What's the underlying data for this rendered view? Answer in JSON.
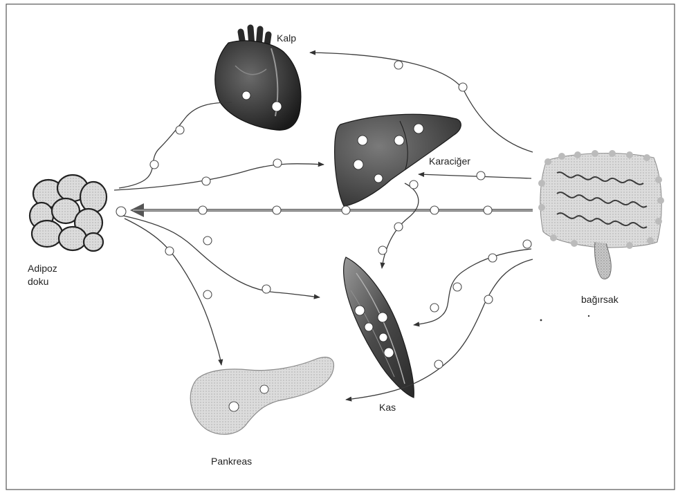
{
  "organs": {
    "heart": "Kalp",
    "liver": "Karaciğer",
    "adipose_line1": "Adipoz",
    "adipose_line2": "doku",
    "intestine": "bağırsak",
    "muscle": "Kas",
    "pancreas": "Pankreas"
  }
}
